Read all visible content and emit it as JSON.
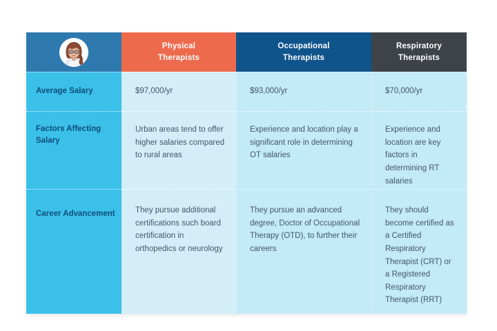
{
  "table": {
    "header": {
      "avatar_cell": {
        "icon": "avatar-woman-glasses-icon",
        "label": ""
      },
      "columns": [
        {
          "label": "Physical\nTherapists",
          "line1": "Physical",
          "line2": "Therapists",
          "color": "#ee6a4d"
        },
        {
          "label": "Occupational\nTherapists",
          "line1": "Occupational",
          "line2": "Therapists",
          "color": "#10548c"
        },
        {
          "label": "Respiratory\nTherapists",
          "line1": "Respiratory",
          "line2": "Therapists",
          "color": "#3e4349"
        }
      ]
    },
    "rows": [
      {
        "label": "Average Salary",
        "cells": [
          "$97,000/yr",
          "$93,000/yr",
          "$70,000/yr"
        ]
      },
      {
        "label": "Factors Affecting Salary",
        "cells": [
          "Urban areas tend to offer higher salaries compared to rural areas",
          "Experience and location play a significant role in determining OT salaries",
          "Experience and location are key factors in determining RT salaries"
        ]
      },
      {
        "label": "Career Advancement",
        "cells": [
          "They pursue additional certifications such board certification in orthopedics or neurology",
          "They pursue an advanced degree, Doctor of Occupational Therapy (OTD), to further their careers",
          "They should become certified as a Certified Respiratory Therapist (CRT) or a Registered Respiratory Therapist (RRT)"
        ]
      }
    ]
  },
  "colors": {
    "page_background": "#ffffff",
    "label_column": "#3bc0ea",
    "label_text": "#0d4f79",
    "body_cell": "#c3eaf7",
    "body_cell_alt": "#d3eef8",
    "body_text": "#44566b",
    "header_avatar": "#2e79ae",
    "header_physical": "#ee6a4d",
    "header_occupational": "#10548c",
    "header_respiratory": "#3e4349",
    "divider": "#ffffff"
  }
}
